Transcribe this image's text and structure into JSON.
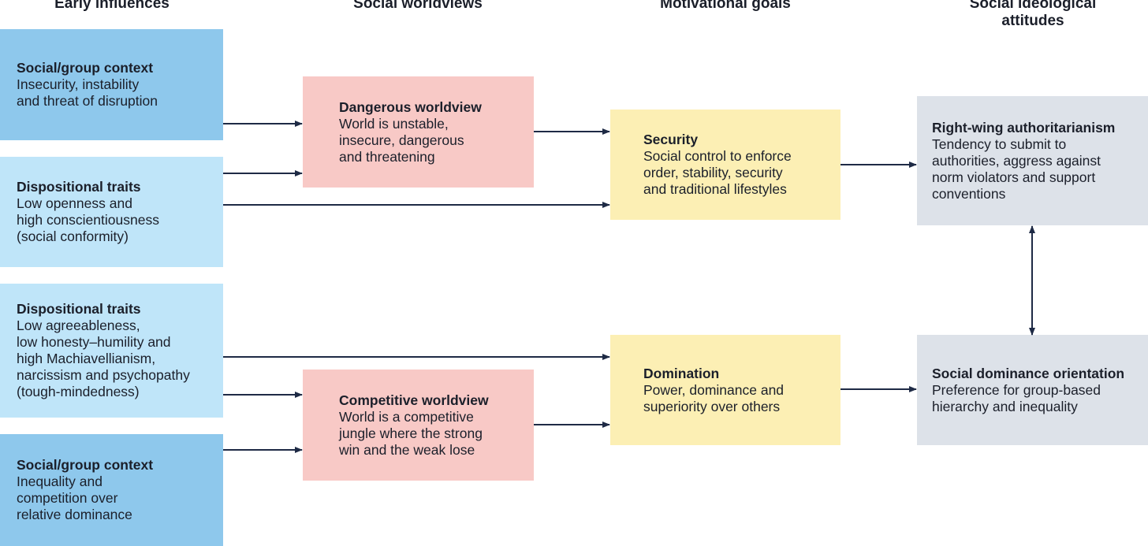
{
  "columns": {
    "early": "Early influences",
    "worldviews": "Social worldviews",
    "goals": "Motivational goals",
    "attitudes": "Social ideological\nattitudes"
  },
  "boxes": {
    "social_context_1": {
      "title": "Social/group context",
      "body": "Insecurity, instability\nand threat of disruption"
    },
    "dispositional_1": {
      "title": "Dispositional traits",
      "body": "Low openness and\nhigh conscientiousness\n(social conformity)"
    },
    "dispositional_2": {
      "title": "Dispositional traits",
      "body": "Low agreeableness,\nlow honesty–humility and\nhigh Machiavellianism,\nnarcissism and psychopathy\n(tough-mindedness)"
    },
    "social_context_2": {
      "title": "Social/group context",
      "body": "Inequality and\ncompetition over\nrelative dominance"
    },
    "dangerous_worldview": {
      "title": "Dangerous worldview",
      "body": "World is unstable,\ninsecure, dangerous\nand threatening"
    },
    "competitive_worldview": {
      "title": "Competitive worldview",
      "body": "World is a competitive\njungle where the strong\nwin and the weak lose"
    },
    "security": {
      "title": "Security",
      "body": "Social control to enforce\norder, stability, security\nand traditional lifestyles"
    },
    "domination": {
      "title": "Domination",
      "body": "Power, dominance and\nsuperiority over others"
    },
    "rwa": {
      "title": "Right-wing authoritarianism",
      "body": "Tendency to submit to\nauthorities, aggress against\nnorm violators and support\nconventions"
    },
    "sdo": {
      "title": "Social dominance orientation",
      "body": "Preference for group-based\nhierarchy and inequality"
    }
  },
  "colors": {
    "dark_blue": "#8ec8ec",
    "light_blue": "#bfe5f9",
    "pink": "#f8c9c6",
    "yellow": "#fcefb4",
    "grey": "#dde2e9",
    "arrow": "#1e2a45"
  }
}
